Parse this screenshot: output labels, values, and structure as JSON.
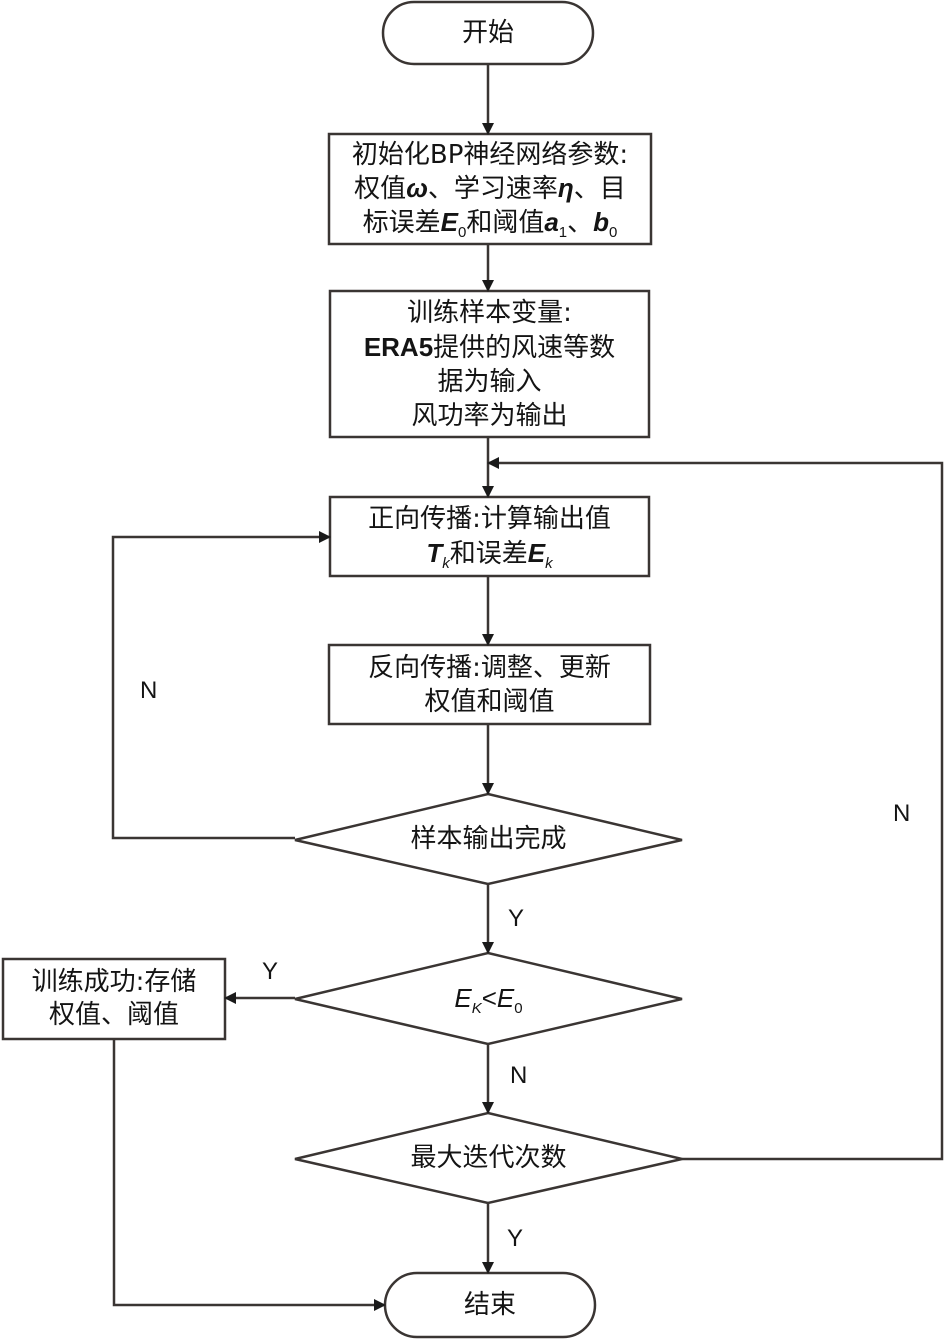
{
  "nodes": {
    "start": {
      "text": "开始"
    },
    "init": {
      "line1": "初始化BP神经网络参数:",
      "line2_a": "权值",
      "line2_w": "ω",
      "line2_b": "、学习速率",
      "line2_eta": "η",
      "line2_c": "、目",
      "line3_a": "标误差",
      "line3_E": "E",
      "line3_E_sub": "0",
      "line3_b": "和阈值",
      "line3_a1": "a",
      "line3_a1_sub": "1",
      "line3_sep": "、",
      "line3_b0": "b",
      "line3_b0_sub": "0"
    },
    "train_vars": {
      "line1": "训练样本变量:",
      "line2_a": "ERA5",
      "line2_b": "提供的风速等数",
      "line3": "据为输入",
      "line4": "风功率为输出"
    },
    "forward": {
      "line1": "正向传播:计算输出值",
      "T": "T",
      "T_sub": "k",
      "mid": "和误差",
      "E": "E",
      "E_sub": "k"
    },
    "backward": {
      "line1": "反向传播:调整、更新",
      "line2": "权值和阈值"
    },
    "sample_done": {
      "text": "样本输出完成"
    },
    "error_check": {
      "E": "E",
      "E_sub": "K",
      "op": "<",
      "E0": "E",
      "E0_sub": "0"
    },
    "success": {
      "line1": "训练成功:存储",
      "line2": "权值、阈值"
    },
    "max_iter": {
      "text": "最大迭代次数"
    },
    "end": {
      "text": "结束"
    }
  },
  "edge_labels": {
    "sample_done_no": "N",
    "sample_done_yes": "Y",
    "error_yes": "Y",
    "error_no": "N",
    "max_iter_no": "N",
    "max_iter_yes": "Y"
  },
  "colors": {
    "stroke": "#3a3533",
    "text": "#141414",
    "background": "#ffffff"
  }
}
